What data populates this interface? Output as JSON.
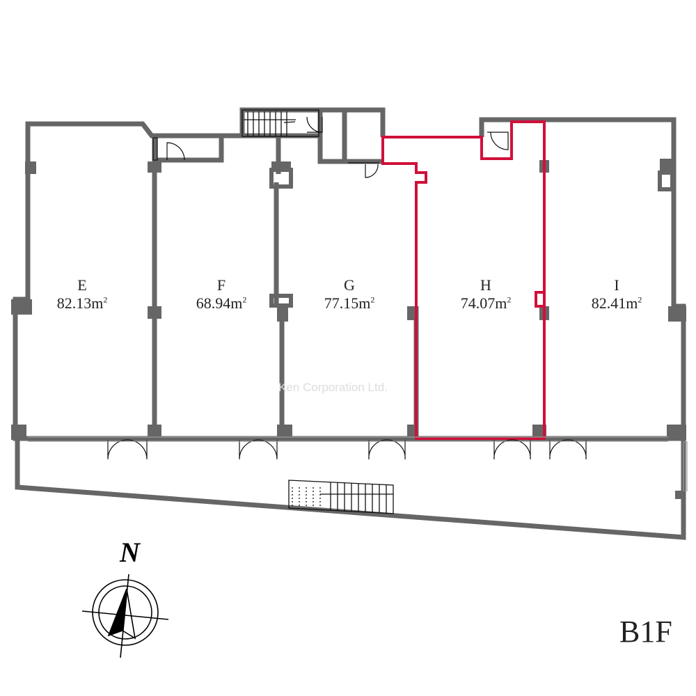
{
  "floor_label": "B1F",
  "north_label": "N",
  "watermark": "Ken Corporation Ltd.",
  "units": [
    {
      "letter": "E",
      "area": "82.13m",
      "unit_sup": "2"
    },
    {
      "letter": "F",
      "area": "68.94m",
      "unit_sup": "2"
    },
    {
      "letter": "G",
      "area": "77.15m",
      "unit_sup": "2"
    },
    {
      "letter": "H",
      "area": "74.07m",
      "unit_sup": "2",
      "highlighted": true
    },
    {
      "letter": "I",
      "area": "82.41m",
      "unit_sup": "2"
    }
  ],
  "colors": {
    "wall": "#666666",
    "highlight": "#d0103a"
  }
}
